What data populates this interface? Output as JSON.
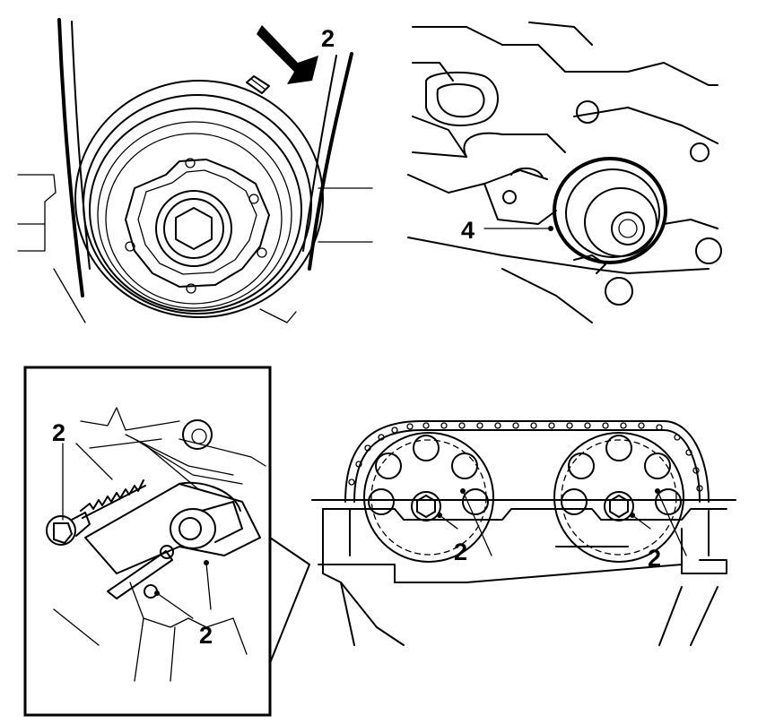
{
  "panels": {
    "top_left": {
      "callouts": [
        "2"
      ]
    },
    "top_right": {
      "callouts": [
        "4"
      ]
    },
    "bottom_left": {
      "callouts": [
        "2",
        "2"
      ]
    },
    "bottom_right": {
      "callouts": [
        "2",
        "2"
      ]
    }
  },
  "colors": {
    "line": "#000000",
    "background": "#ffffff"
  }
}
